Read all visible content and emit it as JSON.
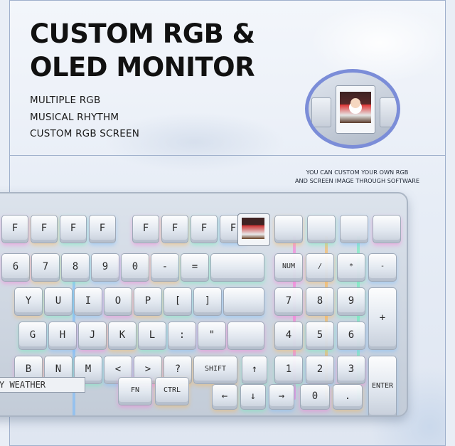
{
  "headline": {
    "line1": "CUSTOM RGB &",
    "line2": "OLED MONITOR"
  },
  "features": [
    "MULTIPLE RGB",
    "MUSICAL RHYTHM",
    "CUSTOM RGB SCREEN"
  ],
  "caption": {
    "line1": "YOU CAN CUSTOM YOUR OWN RGB",
    "line2": "AND SCREEN IMAGE THROUGH SOFTWARE"
  },
  "keyboard": {
    "function_row": [
      "F",
      "F",
      "F",
      "F",
      "F",
      "F",
      "F",
      "F"
    ],
    "number_row": [
      "6",
      "7",
      "8",
      "9",
      "0",
      "-",
      "="
    ],
    "numpad_top": [
      "NUM",
      "/",
      "*",
      "-"
    ],
    "row_q": [
      "Y",
      "U",
      "I",
      "O",
      "P",
      "[",
      "]"
    ],
    "numpad_row2": [
      "7",
      "8",
      "9",
      "+"
    ],
    "row_a": [
      "G",
      "H",
      "J",
      "K",
      "L",
      ":",
      "\""
    ],
    "numpad_row3": [
      "4",
      "5",
      "6"
    ],
    "row_z": [
      "B",
      "N",
      "M",
      "<",
      ">",
      "?"
    ],
    "shift_label": "SHIFT",
    "numpad_row4": [
      "1",
      "2",
      "3"
    ],
    "enter_label": "ENTER",
    "bottom_row": [
      "FN",
      "CTRL"
    ],
    "numpad_row5": [
      "0",
      "."
    ],
    "oled_text": "Y WEATHER"
  },
  "colors": {
    "glow_pink": "#ff6fd8",
    "glow_orange": "#ffb347",
    "glow_green": "#5ef0b6",
    "glow_blue": "#6fb8ff",
    "zoom_ring": "#7b8dd8"
  }
}
